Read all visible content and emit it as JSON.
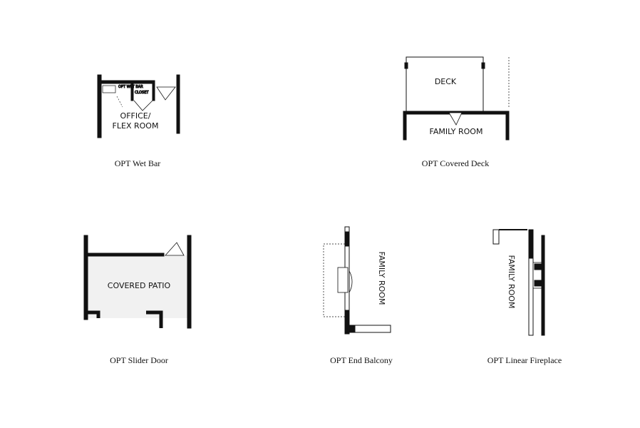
{
  "options": [
    {
      "caption": "OPT Wet Bar",
      "room_label_1": "OFFICE/",
      "room_label_2": "FLEX ROOM",
      "closet": "CLOSET",
      "wet_bar": "OPT WET BAR"
    },
    {
      "caption": "OPT Covered Deck",
      "room_label": "DECK",
      "room_label_2": "FAMILY ROOM"
    },
    {
      "caption": "OPT Slider Door",
      "room_label": "COVERED PATIO"
    },
    {
      "caption": "OPT End Balcony",
      "room_label": "FAMILY ROOM"
    },
    {
      "caption": "OPT Linear Fireplace",
      "room_label": "FAMILY ROOM"
    }
  ]
}
